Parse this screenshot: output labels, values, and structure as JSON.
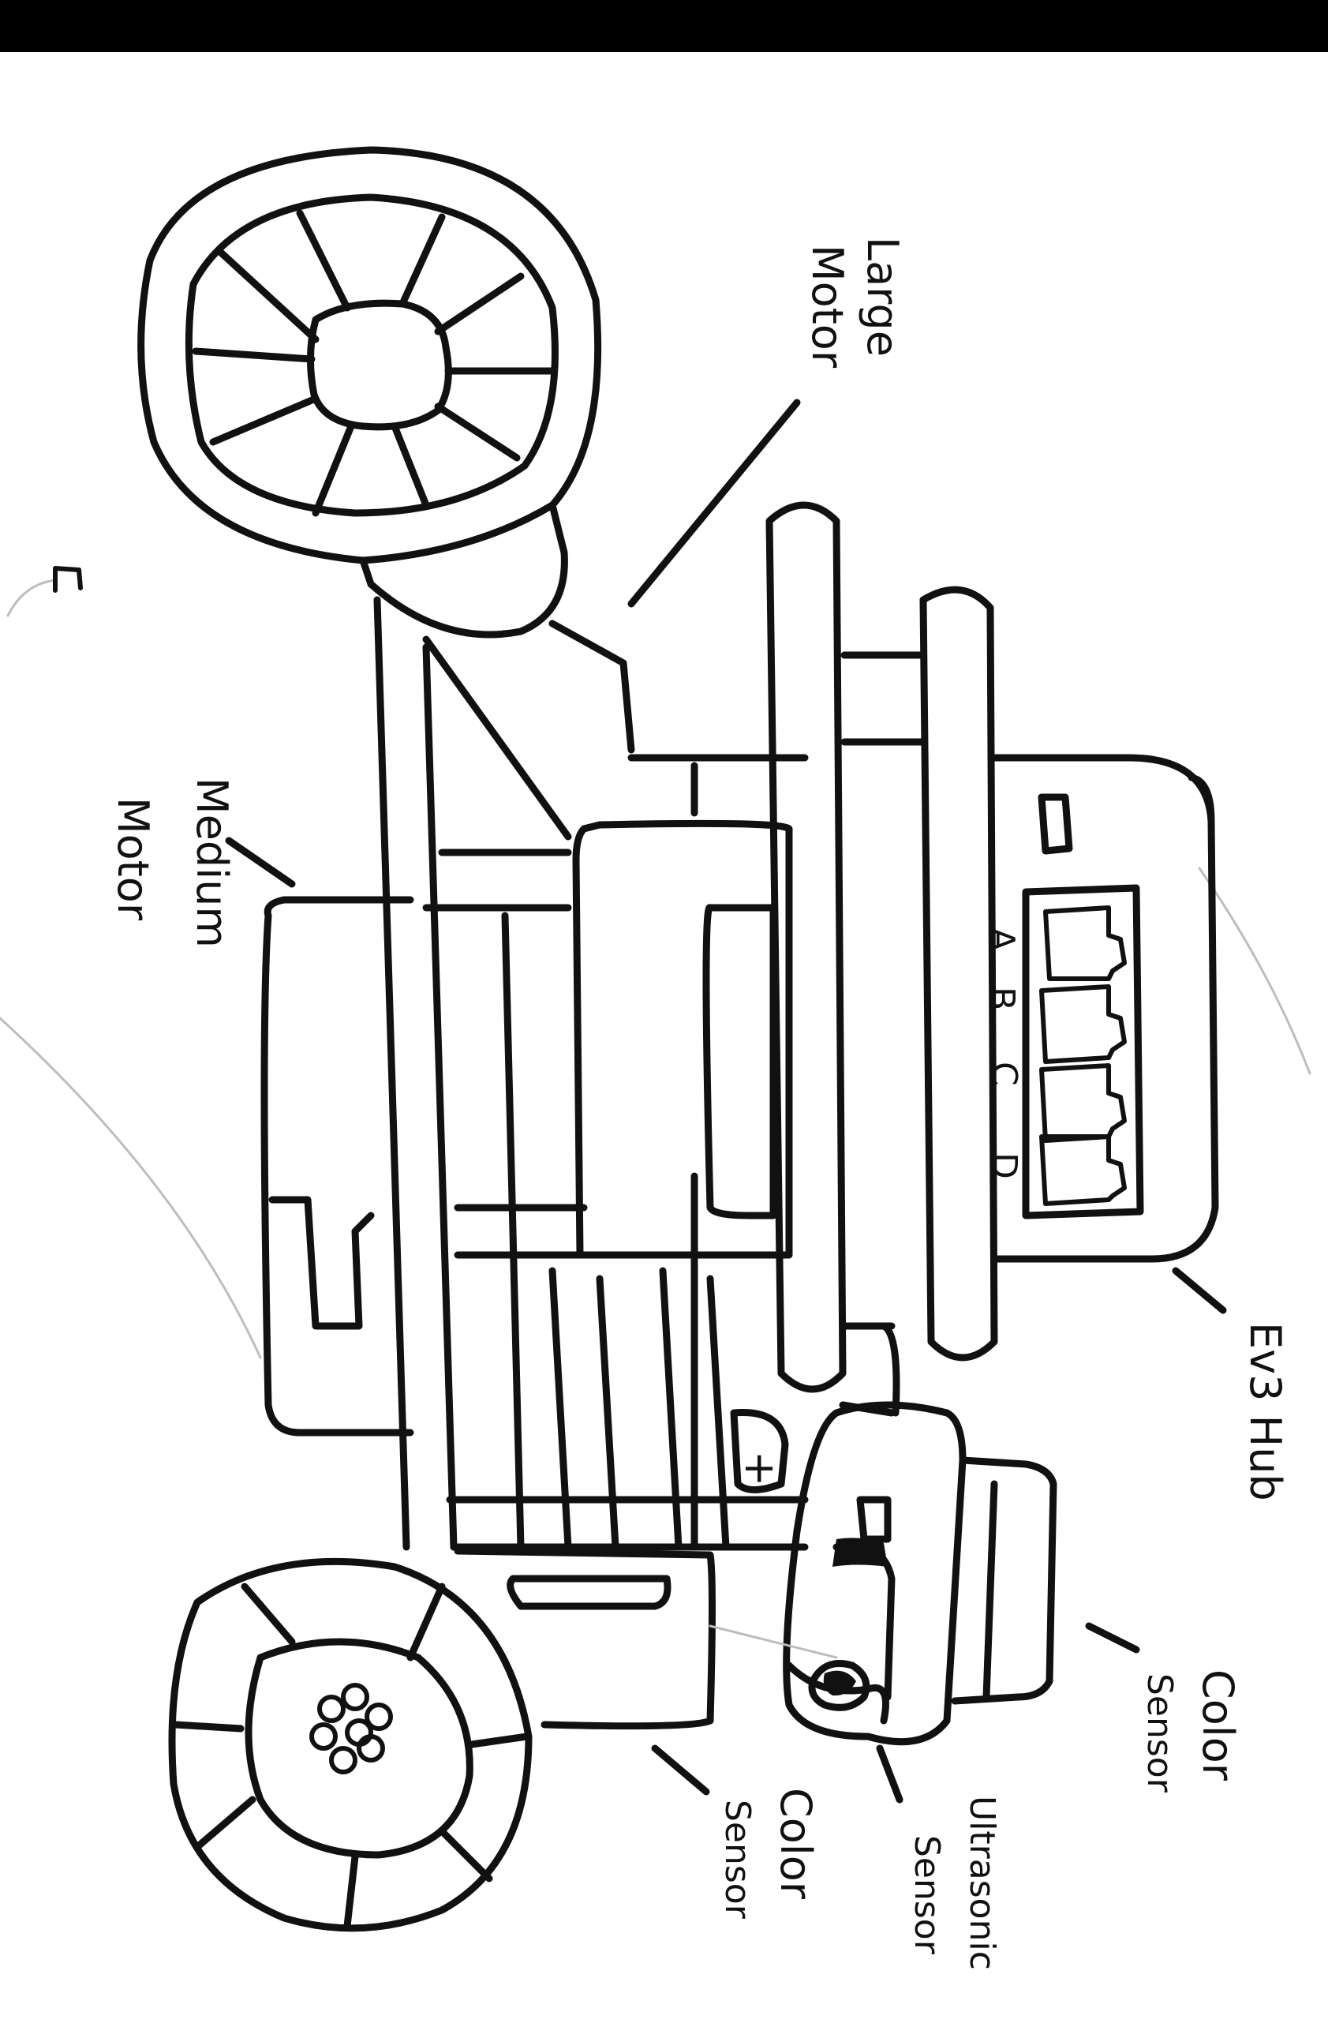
{
  "labels": {
    "large_motor_1": "Large",
    "large_motor_2": "Motor",
    "medium_motor_1": "Medium",
    "medium_motor_2": "Motor",
    "ev3_hub": "Ev3 Hub",
    "color_sensor_right_1": "Color",
    "color_sensor_right_2": "Sensor",
    "color_sensor_bottom_1": "Color",
    "color_sensor_bottom_2": "Sensor",
    "ultrasonic_1": "Ultrasonic",
    "ultrasonic_2": "Sensor"
  },
  "hub_ports": [
    "A",
    "B",
    "C",
    "D"
  ],
  "hub_plus": "+"
}
